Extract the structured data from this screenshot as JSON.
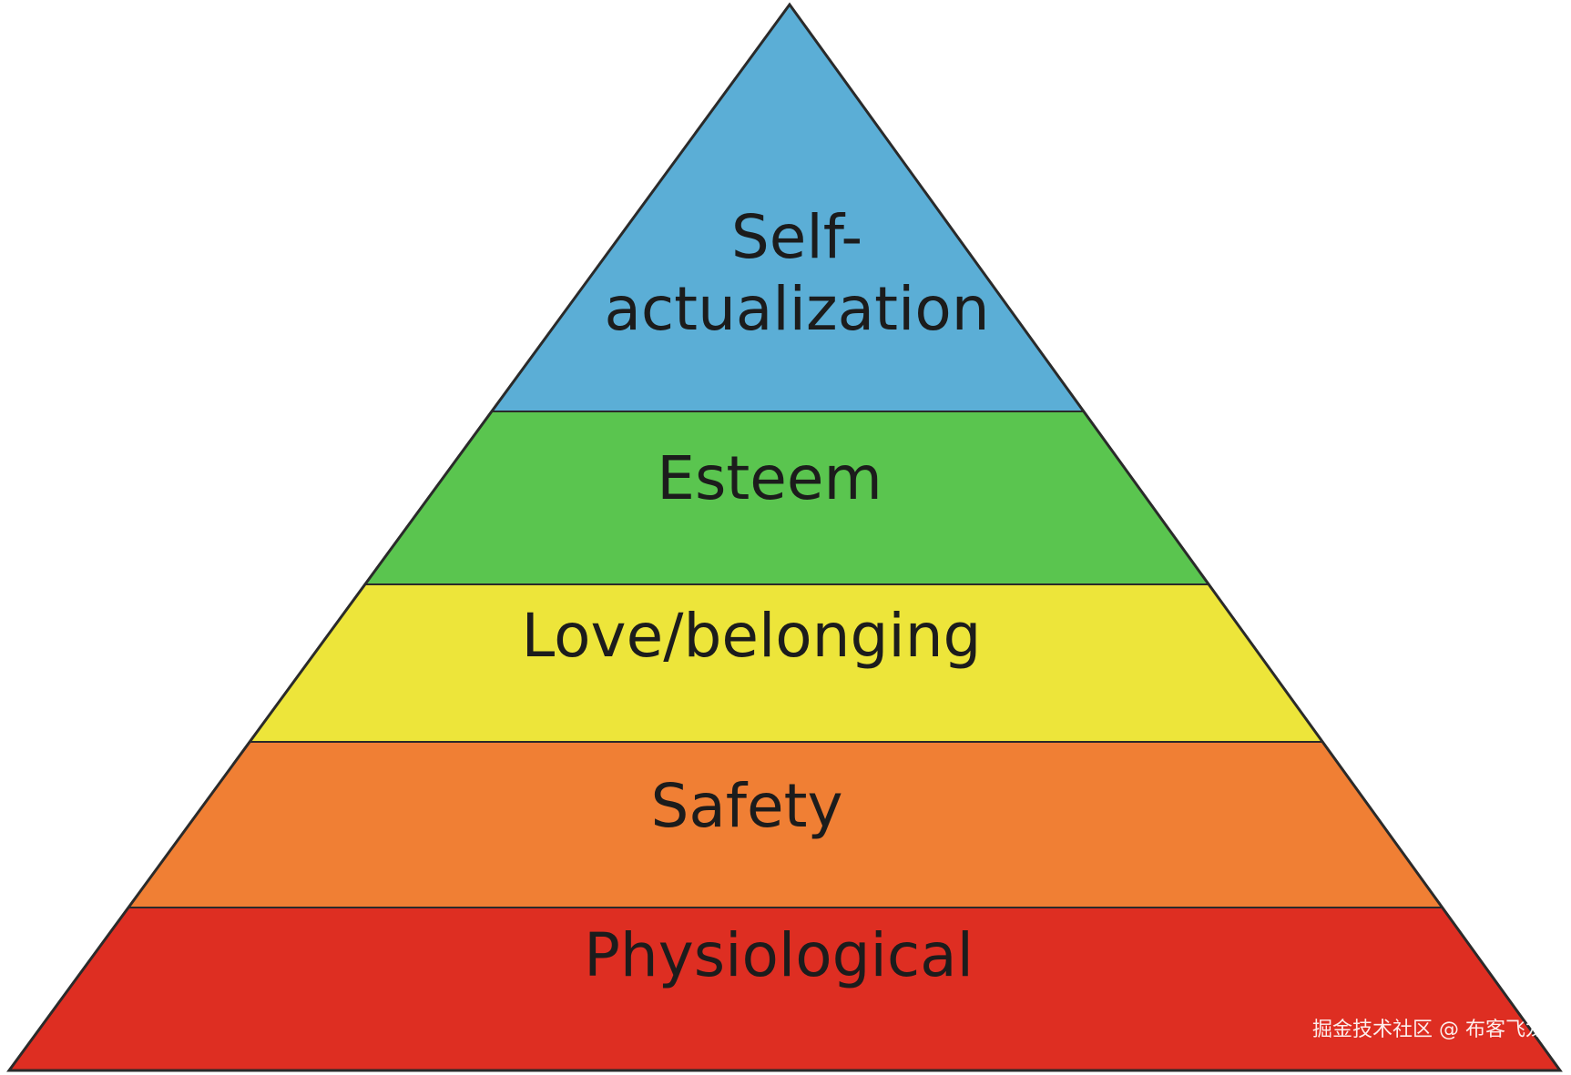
{
  "diagram": {
    "tiers": [
      {
        "name": "self-actualization",
        "lines": [
          "Self-",
          "actualization"
        ],
        "color": "#5baed6"
      },
      {
        "name": "esteem",
        "lines": [
          "Esteem"
        ],
        "color": "#5ac54f"
      },
      {
        "name": "love-belonging",
        "lines": [
          "Love/belonging"
        ],
        "color": "#ede53a"
      },
      {
        "name": "safety",
        "lines": [
          "Safety"
        ],
        "color": "#f07f34"
      },
      {
        "name": "physiological",
        "lines": [
          "Physiological"
        ],
        "color": "#de2e22"
      }
    ]
  },
  "watermark": {
    "text": "掘金技术社区 @ 布客飞龙"
  }
}
